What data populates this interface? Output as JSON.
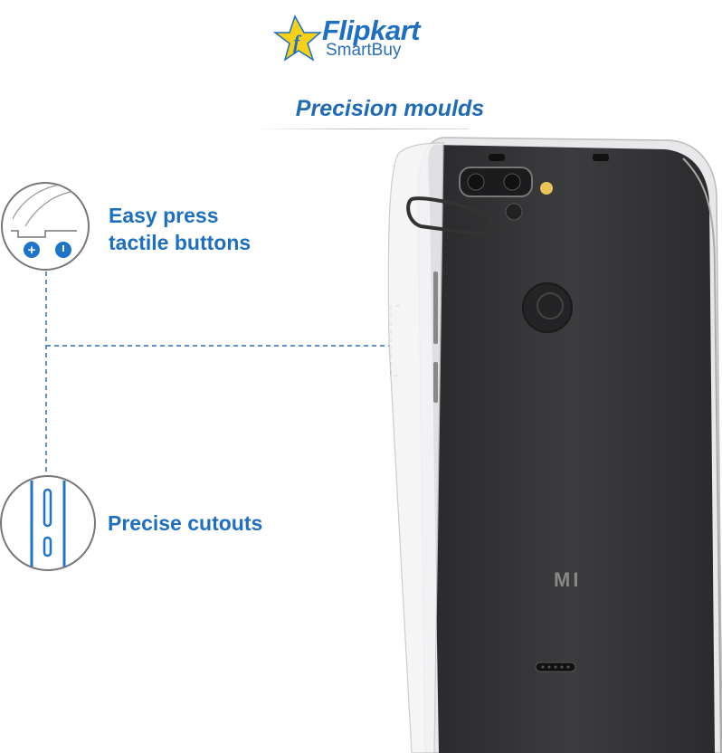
{
  "brand": {
    "name": "Flipkart",
    "sub": "SmartBuy",
    "logo_icon": "star-f-icon",
    "color": "#1d6fc4",
    "star_color": "#f7d117"
  },
  "headline": "Precision moulds",
  "features": [
    {
      "line1": "Easy press",
      "line2": "tactile buttons",
      "icon": "button-press-icon"
    },
    {
      "line1": "Precise cutouts",
      "icon": "side-cutout-icon"
    }
  ],
  "phone": {
    "brand_mark": "MI"
  }
}
